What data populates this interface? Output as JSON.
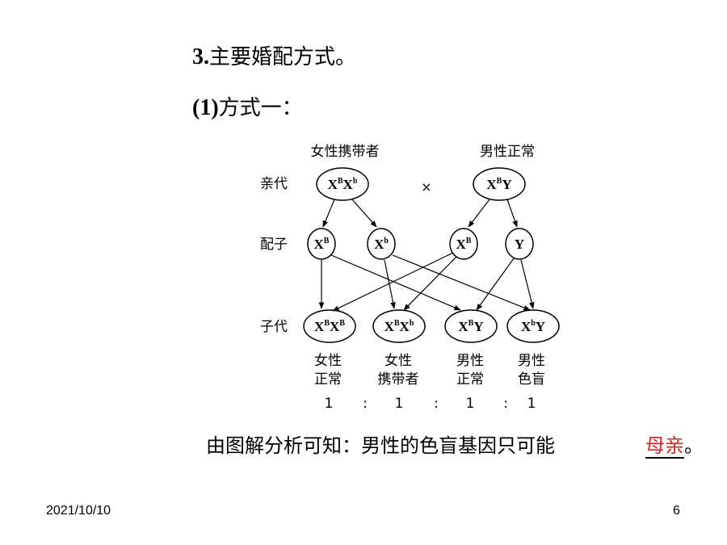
{
  "heading": {
    "section_number": "3.",
    "section_title": "主要婚配方式。",
    "sub_number": "(1)",
    "sub_title": "方式一："
  },
  "diagram": {
    "parents": {
      "female_label": "女性携带者",
      "male_label": "男性正常",
      "female": {
        "x": "X",
        "sup1": "B",
        "x2": "X",
        "sup2": "b"
      },
      "male": {
        "x": "X",
        "sup1": "B",
        "y": "Y"
      },
      "cross_symbol": "×"
    },
    "row_labels": {
      "parents": "亲代",
      "gametes": "配子",
      "offspring": "子代"
    },
    "gametes": [
      {
        "base": "X",
        "sup": "B"
      },
      {
        "base": "X",
        "sup": "b"
      },
      {
        "base": "X",
        "sup": "B"
      },
      {
        "base": "Y",
        "sup": ""
      }
    ],
    "offspring": [
      {
        "g1": "X",
        "s1": "B",
        "g2": "X",
        "s2": "B",
        "label_line1": "女性",
        "label_line2": "正常"
      },
      {
        "g1": "X",
        "s1": "B",
        "g2": "X",
        "s2": "b",
        "label_line1": "女性",
        "label_line2": "携带者"
      },
      {
        "g1": "X",
        "s1": "B",
        "g2": "Y",
        "s2": "",
        "label_line1": "男性",
        "label_line2": "正常"
      },
      {
        "g1": "X",
        "s1": "b",
        "g2": "Y",
        "s2": "",
        "label_line1": "男性",
        "label_line2": "色盲"
      }
    ],
    "ratio": {
      "values": [
        "1",
        "1",
        "1",
        "1"
      ],
      "separator": ":"
    }
  },
  "conclusion": {
    "text": "由图解分析可知：男性的色盲基因只可能",
    "answer": "母亲",
    "tail": "。"
  },
  "footer": {
    "date": "2021/10/10",
    "page": "6"
  }
}
